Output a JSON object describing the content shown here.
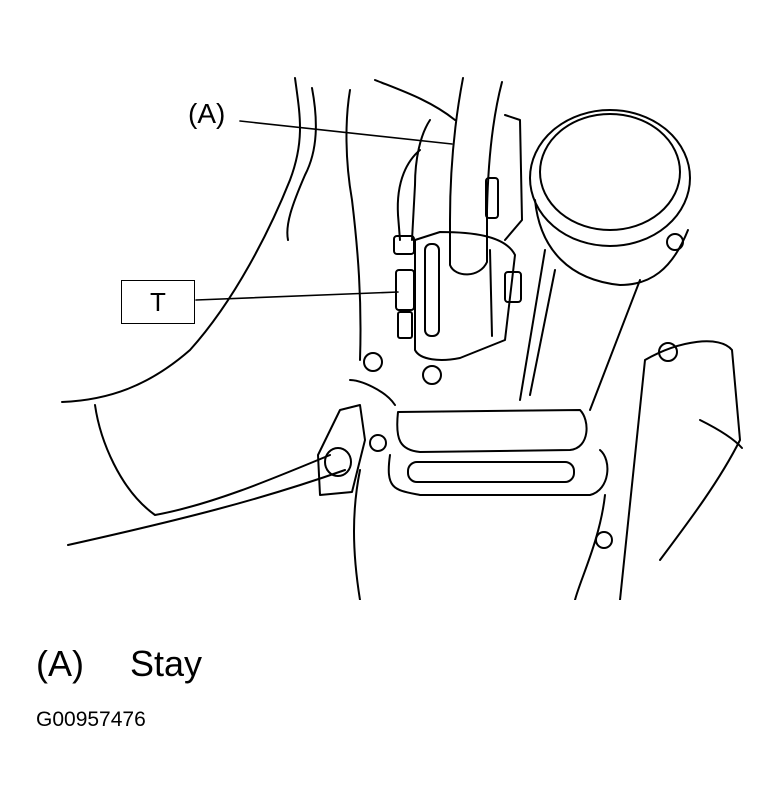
{
  "callouts": {
    "a_label": "(A)",
    "t_label": "T"
  },
  "legend": {
    "items": [
      {
        "key": "(A)",
        "text": "Stay"
      }
    ]
  },
  "figure_code": "G00957476"
}
